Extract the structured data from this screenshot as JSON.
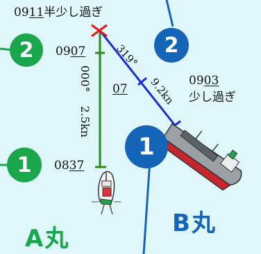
{
  "colors": {
    "background": "#dff7fb",
    "green_badge": "#1aa64a",
    "blue_badge": "#1464b8",
    "track_a": "#2a8a1a",
    "track_b": "#1a2ad8",
    "collision_mark": "#e8141c",
    "title_a": "#1aa64a",
    "title_b": "#1464b8"
  },
  "ship_a": {
    "name": "A丸",
    "badge_start": "1",
    "badge_end": "2",
    "time_start_prefix": "08",
    "time_start_underlined": "37",
    "time_end_prefix": "09",
    "time_end_underlined": "07",
    "course": "000°",
    "distance": "2.5kn"
  },
  "ship_b": {
    "name": "B丸",
    "badge_start": "1",
    "badge_end": "2",
    "time_start_prefix": "09",
    "time_start_underlined": "03",
    "time_start_suffix": "少し過ぎ",
    "mid_time": "07",
    "course": "319°",
    "distance": "9.2kn"
  },
  "collision": {
    "time_prefix": "09",
    "time_underlined": "11",
    "time_suffix": "半少し過ぎ"
  }
}
